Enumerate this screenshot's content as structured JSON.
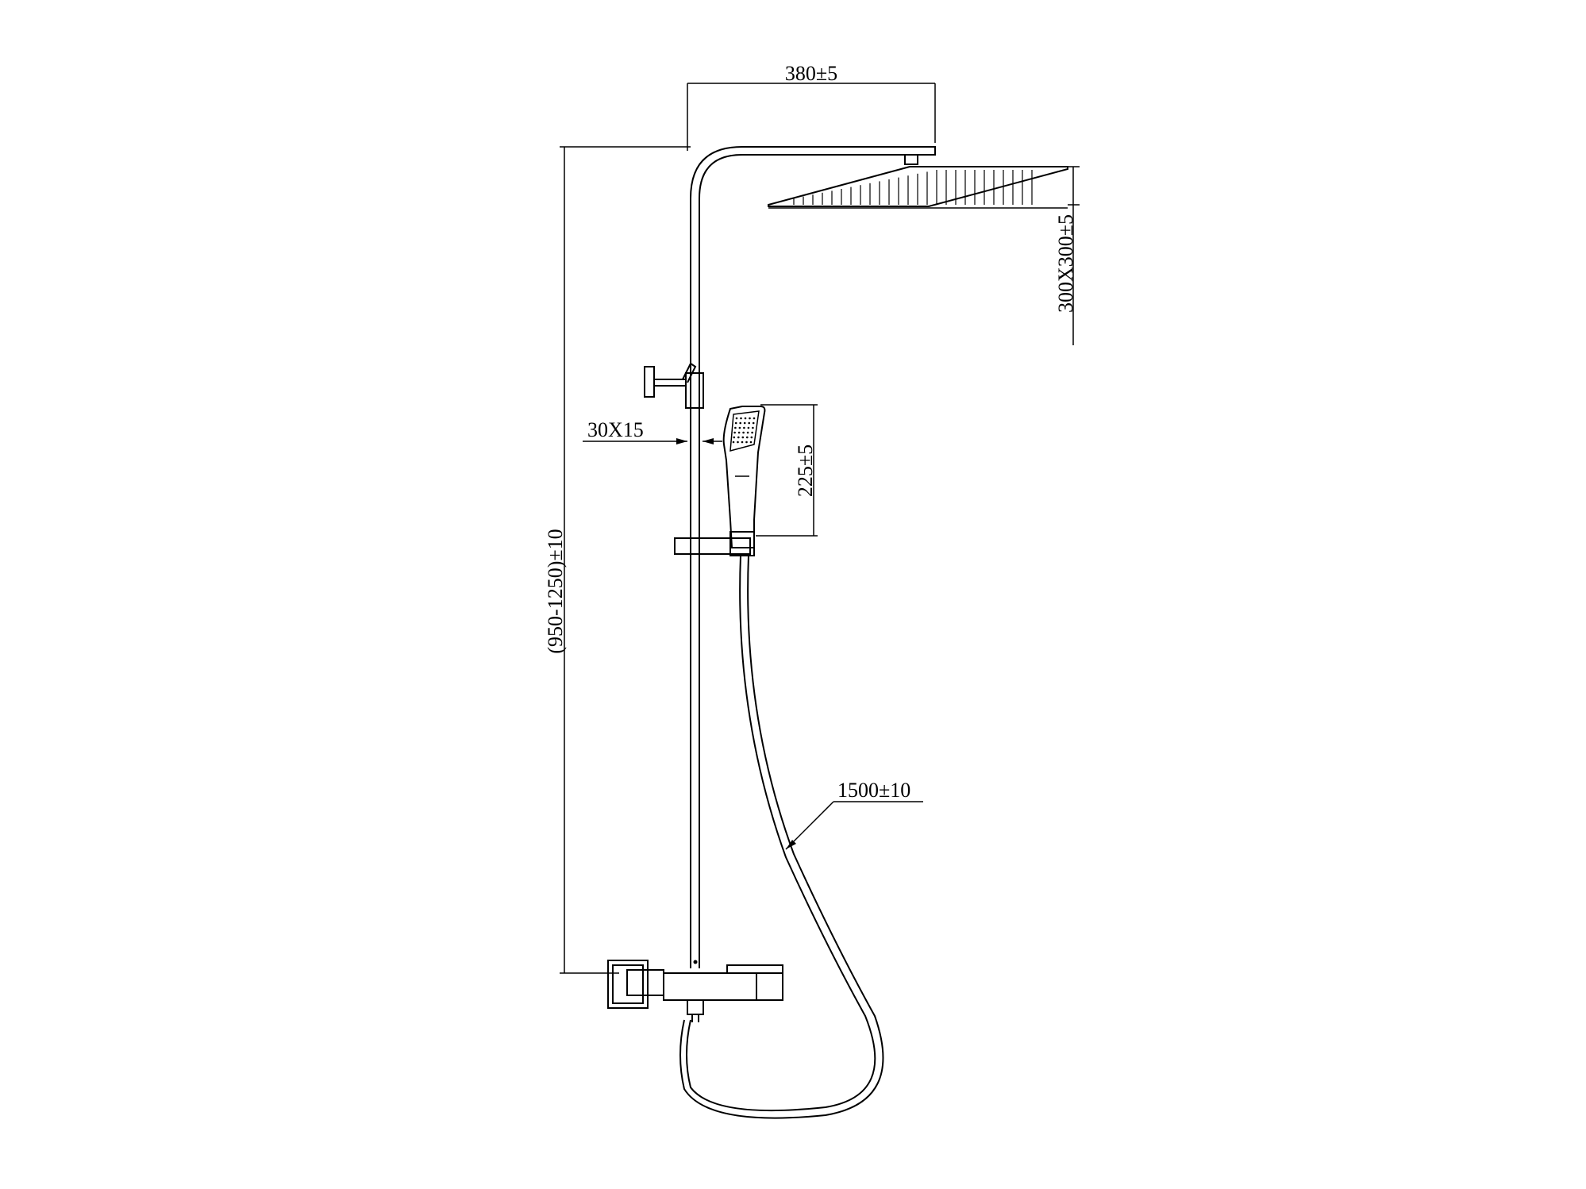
{
  "dimensions": {
    "arm_length": "380±5",
    "head_size": "300X300±5",
    "rail_size": "30X15",
    "handshower_length": "225±5",
    "height_range": "(950-1250)±10",
    "hose_length": "1500±10"
  },
  "colors": {
    "line": "#000000",
    "background": "#ffffff"
  }
}
